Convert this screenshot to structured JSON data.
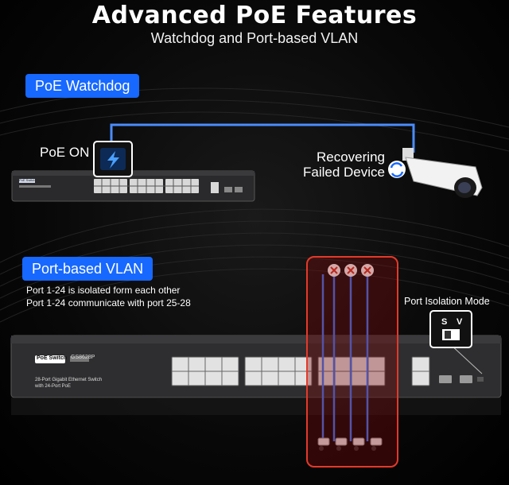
{
  "header": {
    "title": "Advanced PoE Features",
    "subtitle": "Watchdog and Port-based VLAN"
  },
  "watchdog": {
    "badge": "PoE Watchdog",
    "poe_on_label": "PoE ON",
    "device_label_line1": "Recovering",
    "device_label_line2": "Failed Device",
    "switch_brand": "PoE Switch"
  },
  "vlan": {
    "badge": "Port-based VLAN",
    "note_line1": "Port 1-24 is isolated form each other",
    "note_line2": "Port 1-24 communicate with port 25-28",
    "isolation_label": "Port Isolation Mode",
    "switch_s": "S",
    "switch_v": "V",
    "switch_brand": "PoE Switch",
    "switch_model": "GS8628P",
    "switch_desc_line1": "28-Port Gigabit Ethernet Switch",
    "switch_desc_line2": "with 24-Port PoE"
  },
  "colors": {
    "accent_blue": "#1768ff",
    "link_blue": "#4a8cff",
    "box_red": "#e23a2a",
    "x_marker": "#d93a2a"
  }
}
